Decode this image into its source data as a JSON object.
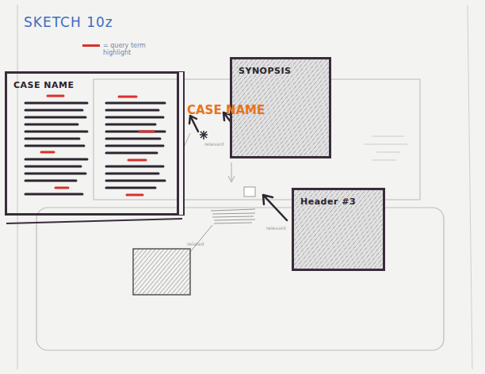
{
  "diagram": {
    "title": "SKETCH 10z",
    "nodes": [
      {
        "text": [
          "CASE NAME"
        ]
      },
      {
        "text": [
          "SYNOPSIS"
        ]
      },
      {
        "text": [
          "Header #3"
        ]
      }
    ],
    "labels": [
      "CASE NAME",
      "relevant",
      "relevant",
      "related"
    ],
    "legend": [
      {
        "text": "= query term highlight",
        "color": "#d9302e"
      }
    ]
  }
}
